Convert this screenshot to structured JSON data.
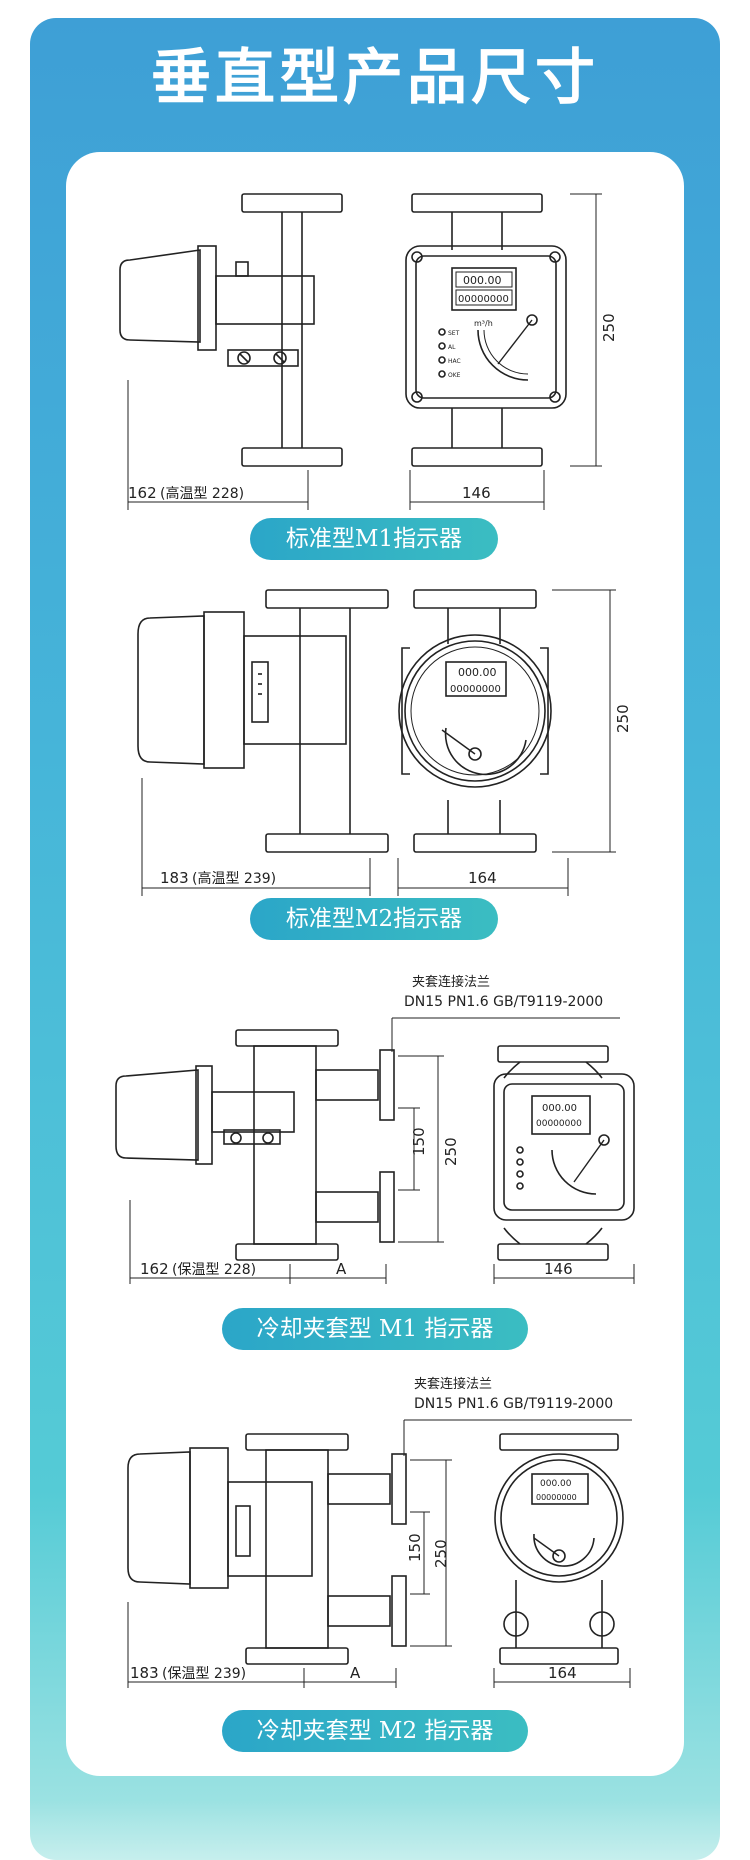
{
  "page_title": "垂直型产品尺寸",
  "sections": [
    {
      "label": "标准型M1指示器",
      "left_dim": "162",
      "left_dim_note": "(高温型 228)",
      "width_dim": "146",
      "height_dim": "250",
      "display_top": "000.00",
      "display_bottom": "00000000",
      "unit": "m³/h",
      "leds": [
        "SET",
        "AL",
        "HAC",
        "OKE"
      ]
    },
    {
      "label": "标准型M2指示器",
      "left_dim": "183",
      "left_dim_note": "(高温型 239)",
      "width_dim": "164",
      "height_dim": "250",
      "display_top": "000.00",
      "display_bottom": "00000000"
    },
    {
      "label": "冷却夹套型 M1 指示器",
      "left_dim": "162",
      "left_dim_note": "(保温型 228)",
      "width_dim": "146",
      "height_dim": "250",
      "inner_dim": "150",
      "a_dim": "A",
      "flange_title": "夹套连接法兰",
      "flange_spec": "DN15 PN1.6 GB/T9119-2000",
      "display_top": "000.00",
      "display_bottom": "00000000"
    },
    {
      "label": "冷却夹套型 M2 指示器",
      "left_dim": "183",
      "left_dim_note": "(保温型 239)",
      "width_dim": "164",
      "height_dim": "250",
      "inner_dim": "150",
      "a_dim": "A",
      "flange_title": "夹套连接法兰",
      "flange_spec": "DN15 PN1.6 GB/T9119-2000",
      "display_top": "000.00",
      "display_bottom": "00000000"
    }
  ],
  "colors": {
    "frame": "#3e9fd6",
    "pill": "#2ba6c8",
    "line": "#222222"
  }
}
